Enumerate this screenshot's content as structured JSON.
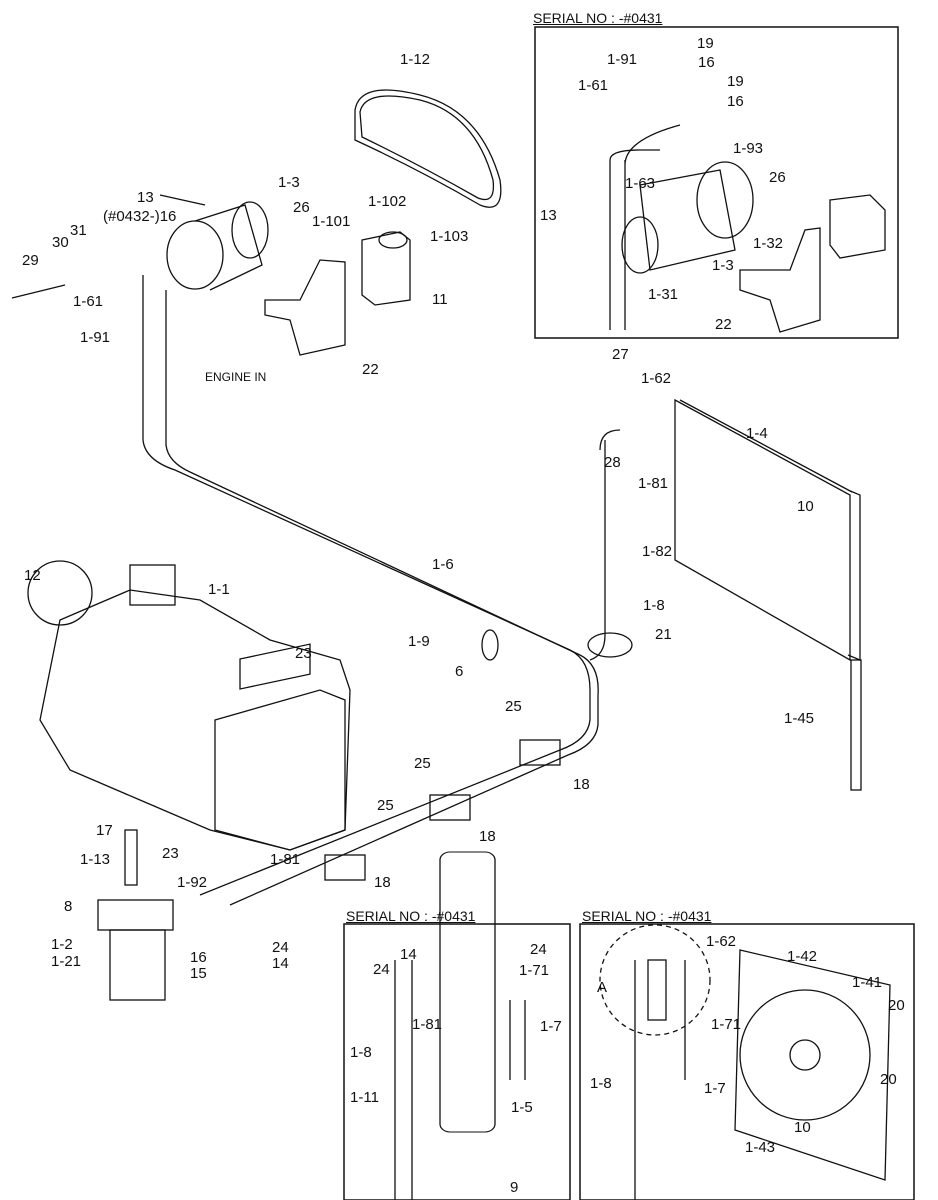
{
  "diagram": {
    "serial_notes": {
      "top_right": "SERIAL NO : -#0431",
      "bottom_middle": "SERIAL NO : -#0431",
      "bottom_right": "SERIAL NO : -#0431"
    },
    "engine_note": "ENGINE IN",
    "main_labels": [
      "1-12",
      "13",
      "(#0432-)16",
      "1-3",
      "30",
      "31",
      "29",
      "26",
      "1-102",
      "1-101",
      "1-103",
      "11",
      "1-61",
      "1-91",
      "22",
      "27",
      "1-62",
      "1-4",
      "28",
      "1-81",
      "10",
      "1-82",
      "1-8",
      "21",
      "1-45",
      "12",
      "1-1",
      "1-6",
      "1-9",
      "23",
      "6",
      "25",
      "25",
      "18",
      "25",
      "18",
      "17",
      "23",
      "1-13",
      "1-81",
      "18",
      "1-92",
      "8",
      "1-2",
      "1-21",
      "16",
      "24",
      "15",
      "14"
    ],
    "top_box_labels": [
      "19",
      "1-91",
      "16",
      "1-61",
      "19",
      "16",
      "1-93",
      "1-63",
      "26",
      "13",
      "1-32",
      "1-3",
      "1-31",
      "22"
    ],
    "mid_box_labels": [
      "14",
      "24",
      "24",
      "1-71",
      "1-81",
      "1-7",
      "1-8",
      "1-11",
      "1-5",
      "9"
    ],
    "right_box_labels": [
      "1-62",
      "1-42",
      "1-41",
      "A",
      "20",
      "1-71",
      "1-8",
      "1-7",
      "20",
      "10",
      "1-43"
    ]
  }
}
